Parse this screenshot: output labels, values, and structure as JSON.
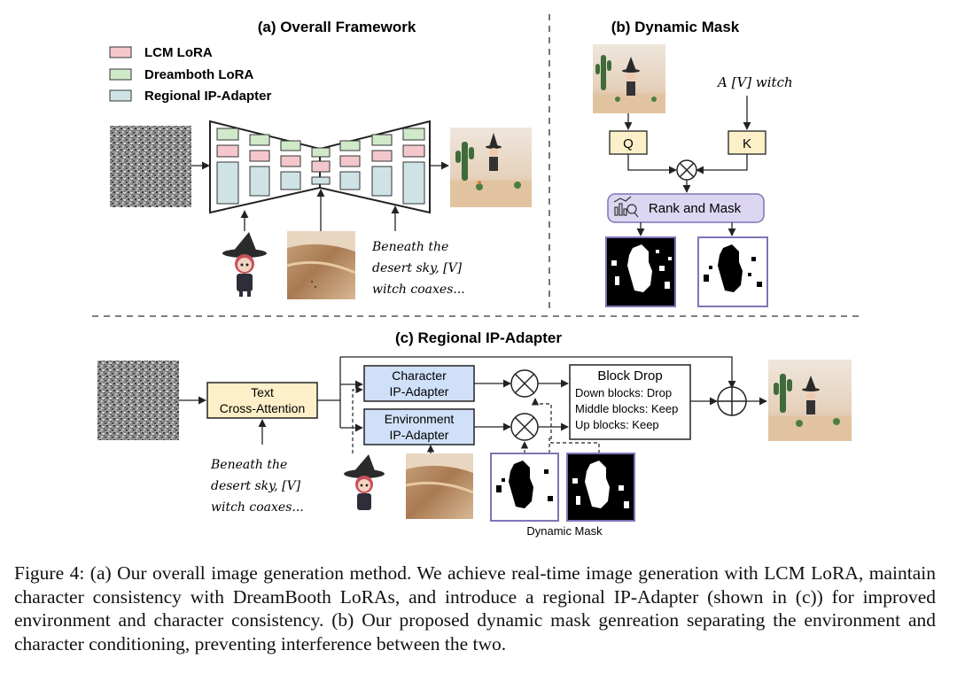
{
  "panel_a": {
    "title": "(a) Overall Framework",
    "legend": [
      {
        "label": "LCM LoRA",
        "color": "#f4c7cd"
      },
      {
        "label": "Dreamboth LoRA",
        "color": "#cfe9c9"
      },
      {
        "label": "Regional IP-Adapter",
        "color": "#cfe3e6"
      }
    ],
    "prompt_lines": [
      "Beneath the",
      "desert sky, [V]",
      "witch coaxes..."
    ]
  },
  "panel_b": {
    "title": "(b) Dynamic Mask",
    "text_prompt": "A [V] witch",
    "q_label": "Q",
    "k_label": "K",
    "rank_mask_label": "Rank and Mask"
  },
  "panel_c": {
    "title": "(c) Regional IP-Adapter",
    "text_cross_attention": [
      "Text",
      "Cross-Attention"
    ],
    "character_adapter": [
      "Character",
      "IP-Adapter"
    ],
    "environment_adapter": [
      "Environment",
      "IP-Adapter"
    ],
    "block_drop": {
      "title": "Block Drop",
      "lines": [
        "Down blocks: Drop",
        "Middle blocks: Keep",
        "Up blocks: Keep"
      ]
    },
    "prompt_lines": [
      "Beneath the",
      "desert sky, [V]",
      "witch coaxes..."
    ],
    "dynamic_mask_label": "Dynamic Mask"
  },
  "colors": {
    "lcm": "#f4c7cd",
    "dreambooth": "#cfe9c9",
    "regional": "#cfe3e6",
    "qk_fill": "#fdf0c8",
    "rank_fill": "#dcd6f2",
    "rank_border": "#7f74b5",
    "adapter_fill": "#cfe0f8",
    "text_ca_fill": "#fdf0c8"
  },
  "caption": "Figure 4: (a) Our overall image generation method. We achieve real-time image generation with LCM LoRA, maintain character consistency with DreamBooth LoRAs, and introduce a regional IP-Adapter (shown in (c)) for improved environment and character consistency. (b) Our proposed dynamic mask genreation separating the environment and character conditioning, preventing interference between the two."
}
